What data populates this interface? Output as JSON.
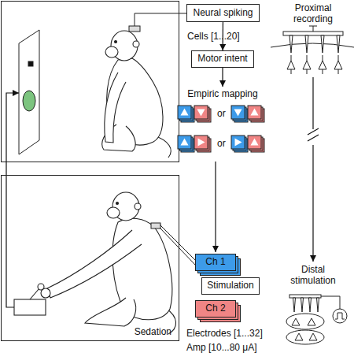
{
  "diagram": {
    "nodes": [
      {
        "text": [
          "Neural spiking"
        ]
      },
      {
        "text": [
          "Motor intent"
        ]
      },
      {
        "text": [
          "Sedation"
        ]
      },
      {
        "text": [
          "Ch 1"
        ]
      },
      {
        "text": [
          "Stimulation"
        ]
      },
      {
        "text": [
          "Ch 2"
        ]
      }
    ],
    "edges": [
      {
        "from": 0,
        "to": 1,
        "arrow": "to"
      }
    ],
    "labels": [
      "Cells [1...20]",
      "Proximal recording",
      "Empiric mapping",
      "or",
      "or",
      "Distal stimulation",
      "Electrodes [1...32]",
      "Amp [10...80 μA]"
    ]
  }
}
